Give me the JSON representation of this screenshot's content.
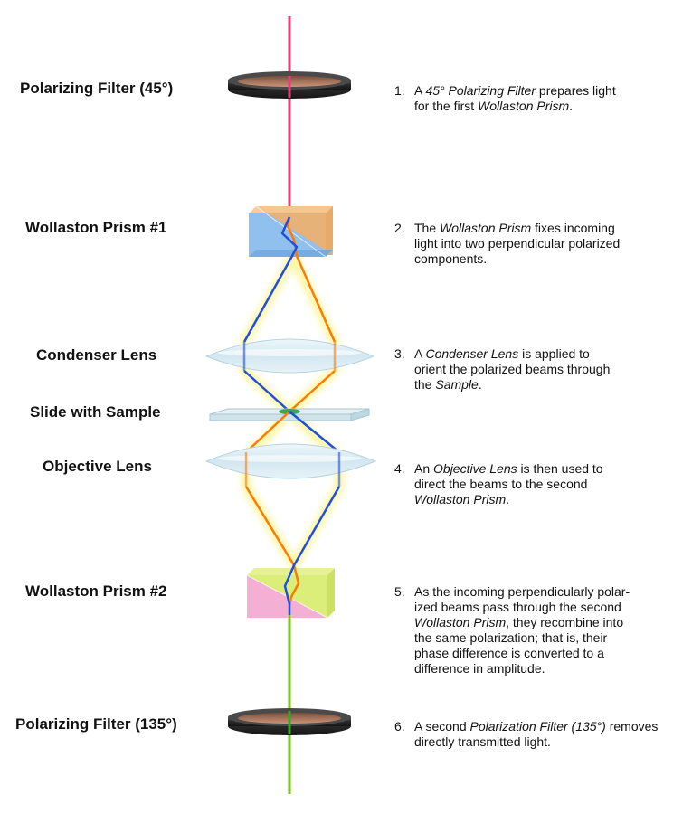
{
  "components": {
    "filter1": "Polarizing Filter (45°)",
    "prism1": "Wollaston Prism #1",
    "condenser": "Condenser Lens",
    "slide": "Slide with Sample",
    "objective": "Objective Lens",
    "prism2": "Wollaston Prism #2",
    "filter2": "Polarizing Filter (135°)"
  },
  "steps": [
    {
      "num": "1.",
      "lines": [
        [
          {
            "t": "A "
          },
          {
            "t": "45° Polarizing Filter",
            "i": true
          },
          {
            "t": " prepares light"
          }
        ],
        [
          {
            "t": "for the first "
          },
          {
            "t": "Wollaston Prism",
            "i": true
          },
          {
            "t": "."
          }
        ]
      ]
    },
    {
      "num": "2.",
      "lines": [
        [
          {
            "t": "The "
          },
          {
            "t": "Wollaston Prism",
            "i": true
          },
          {
            "t": " fixes incoming"
          }
        ],
        [
          {
            "t": "light into two perpendicular polarized"
          }
        ],
        [
          {
            "t": "components."
          }
        ]
      ]
    },
    {
      "num": "3.",
      "lines": [
        [
          {
            "t": "A "
          },
          {
            "t": "Condenser Lens",
            "i": true
          },
          {
            "t": " is applied to"
          }
        ],
        [
          {
            "t": "orient the polarized beams through"
          }
        ],
        [
          {
            "t": "the "
          },
          {
            "t": "Sample",
            "i": true
          },
          {
            "t": "."
          }
        ]
      ]
    },
    {
      "num": "4.",
      "lines": [
        [
          {
            "t": "An "
          },
          {
            "t": "Objective Lens",
            "i": true
          },
          {
            "t": " is then used to"
          }
        ],
        [
          {
            "t": "direct the beams to the second"
          }
        ],
        [
          {
            "t": "Wollaston Prism",
            "i": true
          },
          {
            "t": "."
          }
        ]
      ]
    },
    {
      "num": "5.",
      "lines": [
        [
          {
            "t": "As the incoming perpendicularly polar-"
          }
        ],
        [
          {
            "t": "ized beams pass through the second"
          }
        ],
        [
          {
            "t": "Wollaston Prism",
            "i": true
          },
          {
            "t": ", they recombine into"
          }
        ],
        [
          {
            "t": "the same polarization; that is, their"
          }
        ],
        [
          {
            "t": "phase difference is converted to a"
          }
        ],
        [
          {
            "t": "difference in amplitude."
          }
        ]
      ]
    },
    {
      "num": "6.",
      "lines": [
        [
          {
            "t": "A second "
          },
          {
            "t": "Polarization Filter (135°)",
            "i": true
          },
          {
            "t": " removes"
          }
        ],
        [
          {
            "t": "directly transmitted light."
          }
        ]
      ]
    }
  ],
  "colors": {
    "beam_incoming": "#e0407a",
    "beam_orange": "#ff7a00",
    "beam_blue": "#1f4fe0",
    "beam_green": "#3aa32a",
    "glow": "#fff27a",
    "prism1_a": "#7fb4e8",
    "prism1_b": "#f1b06a",
    "prism2_a": "#f3a6cf",
    "prism2_b": "#d7ec6a",
    "lens": "#d6eaf2",
    "filter_ring": "#2a2a2a",
    "filter_glass": "#b07a5c",
    "sample": "#3aa84a"
  }
}
